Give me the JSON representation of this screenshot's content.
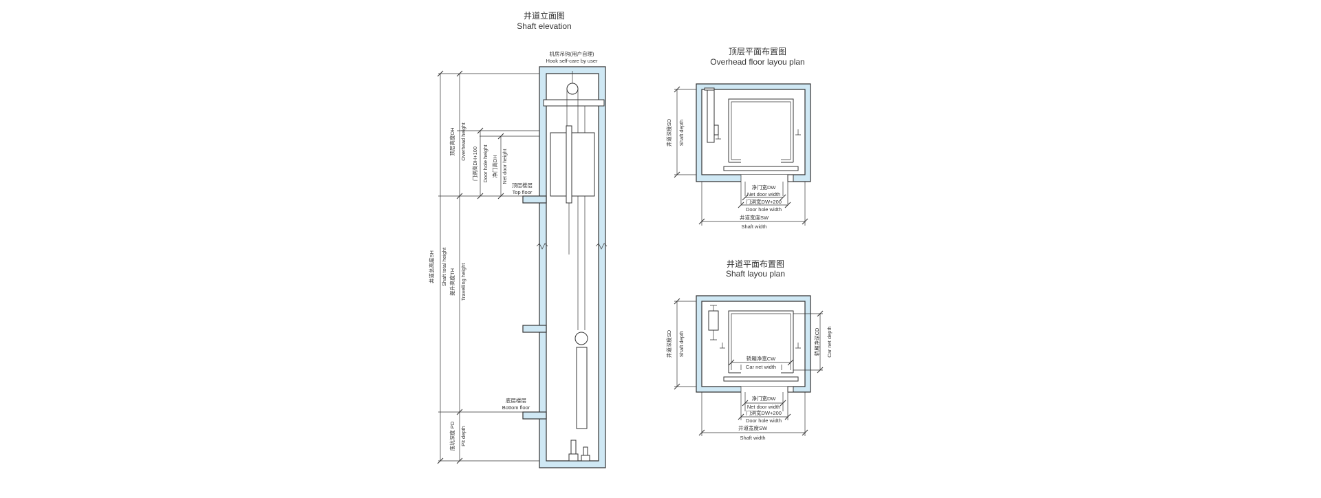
{
  "colors": {
    "wall": "#cfe8f4",
    "line": "#333333",
    "background": "#ffffff"
  },
  "elevation": {
    "title_cn": "井道立面图",
    "title_en": "Shaft elevation",
    "hook_cn": "机房吊钩(用户自理)",
    "hook_en": "Hook self-care by user",
    "top_floor_cn": "顶层楼层",
    "top_floor_en": "Top floor",
    "bottom_floor_cn": "底层楼层",
    "bottom_floor_en": "Bottom floor",
    "shaft_total_height_cn": "井道总高度SH",
    "shaft_total_height_en": "Shaft total height",
    "overhead_height_cn": "顶层高度OH",
    "overhead_height_en": "Overhead height",
    "travelling_height_cn": "提升高度TH",
    "travelling_height_en": "Travelling height",
    "pit_depth_cn": "底坑深度 PD",
    "pit_depth_en": "Pit depth",
    "door_hole_height_cn": "门洞高DH+100",
    "door_hole_height_en": "Door hole height",
    "net_door_height_cn": "净门高DH",
    "net_door_height_en": "Net door height"
  },
  "overhead_plan": {
    "title_cn": "顶层平面布置图",
    "title_en": "Overhead floor layou plan",
    "shaft_depth_cn": "井道深度SD",
    "shaft_depth_en": "Shaft depth",
    "net_door_width_cn": "净门宽DW",
    "net_door_width_en": "Net door width",
    "door_hole_width_cn": "门洞宽DW+200",
    "door_hole_width_en": "Door hole width",
    "shaft_width_cn": "井道宽度SW",
    "shaft_width_en": "Shaft width"
  },
  "shaft_plan": {
    "title_cn": "井道平面布置图",
    "title_en": "Shaft  layou plan",
    "shaft_depth_cn": "井道深度SD",
    "shaft_depth_en": "Shaft depth",
    "car_net_width_cn": "轿厢净宽CW",
    "car_net_width_en": "Car net width",
    "car_net_depth_cn": "轿厢净深CD",
    "car_net_depth_en": "Car net depth",
    "net_door_width_cn": "净门宽DW",
    "net_door_width_en": "Net door width",
    "door_hole_width_cn": "门洞宽DW+200",
    "door_hole_width_en": "Door hole width",
    "shaft_width_cn": "井道宽度SW",
    "shaft_width_en": "Shaft width"
  }
}
